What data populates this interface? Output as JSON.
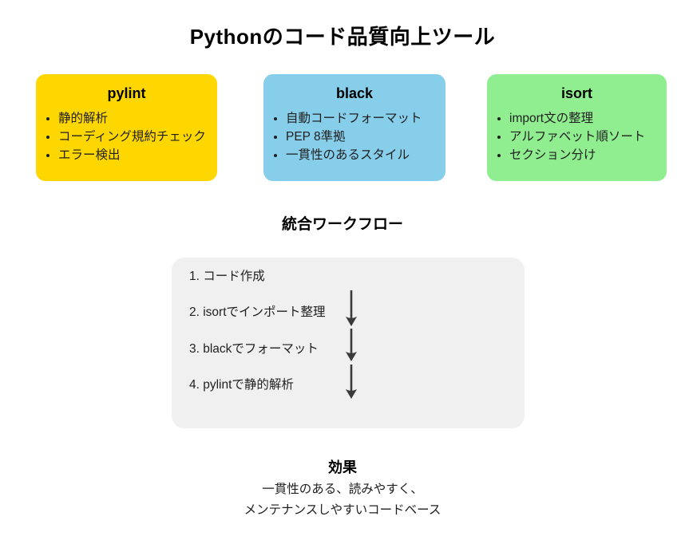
{
  "title": "Pythonのコード品質向上ツール",
  "cards": [
    {
      "name": "pylint",
      "color": "#FFD700",
      "items": [
        "静的解析",
        "コーディング規約チェック",
        "エラー検出"
      ]
    },
    {
      "name": "black",
      "color": "#87CEEB",
      "items": [
        "自動コードフォーマット",
        "PEP 8準拠",
        "一貫性のあるスタイル"
      ]
    },
    {
      "name": "isort",
      "color": "#90EE90",
      "items": [
        "import文の整理",
        "アルファベット順ソート",
        "セクション分け"
      ]
    }
  ],
  "workflow": {
    "heading": "統合ワークフロー",
    "steps": [
      "1. コード作成",
      "2. isortでインポート整理",
      "3. blackでフォーマット",
      "4. pylintで静的解析"
    ],
    "box_color": "#F0F0F0",
    "arrow_color": "#3A3A3A"
  },
  "effect": {
    "heading": "効果",
    "lines": [
      "一貫性のある、読みやすく、",
      "メンテナンスしやすいコードベース"
    ]
  }
}
